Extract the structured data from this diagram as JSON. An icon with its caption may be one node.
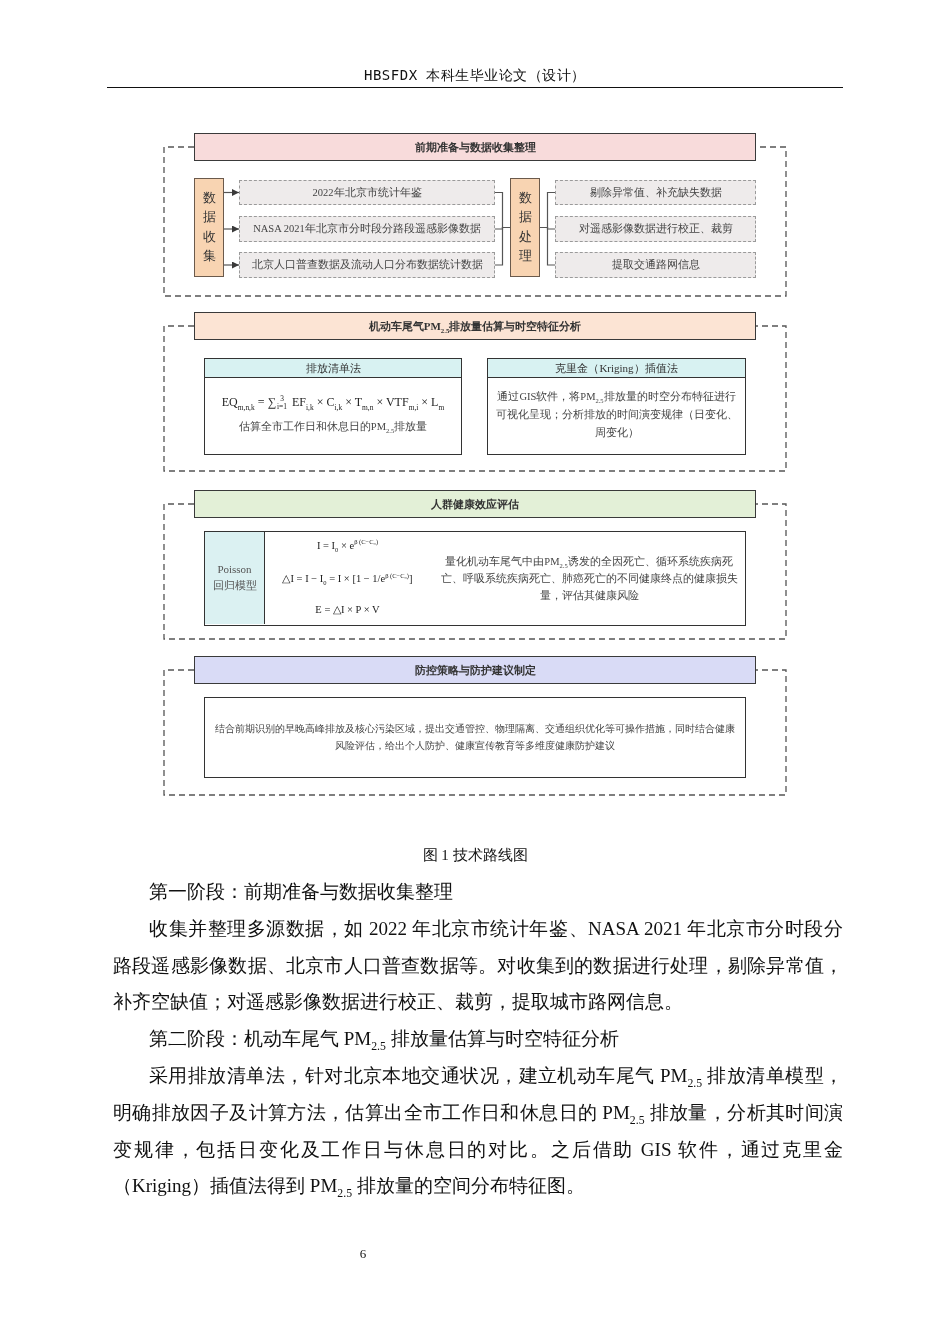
{
  "diagram": {
    "caption": "图 1 技术路线图",
    "nodes": [
      {
        "text": [
          "前期准备与数据收集整理"
        ]
      },
      {
        "text": [
          "数据收集"
        ],
        "in": 0
      },
      {
        "text": [
          "2022年北京市统计年鉴"
        ],
        "in": 0
      },
      {
        "text": [
          "NASA 2021年北京市分时段分路段遥感影像数据"
        ],
        "in": 0
      },
      {
        "text": [
          "北京人口普查数据及流动人口分布数据统计数据"
        ],
        "in": 0
      },
      {
        "text": [
          "数据处理"
        ],
        "in": 0
      },
      {
        "text": [
          "剔除异常值、补充缺失数据"
        ],
        "in": 0
      },
      {
        "text": [
          "对遥感影像数据进行校正、裁剪"
        ],
        "in": 0
      },
      {
        "text": [
          "提取交通路网信息"
        ],
        "in": 0
      },
      {
        "text": [
          "机动车尾气PM$_{2.5}$排放量估算与时空特征分析"
        ]
      },
      {
        "text": [
          "排放清单法",
          "EQ$_{m,n,k}$ = ∑$_{i=1}$$^{3}$ EF$_{i,k}$ × C$_{i,k}$ × T$_{m,n}$ × VTF$_{m,i}$ × L$_{m}$",
          "估算全市工作日和休息日的PM$_{2.5}$排放量"
        ],
        "in": 9
      },
      {
        "text": [
          "克里金（Kriging）插值法",
          "通过GIS软件，将PM$_{2.5}$排放量的时空分布特征进行可视化呈现；分析排放的时间演变规律（日变化、周变化）"
        ],
        "in": 9
      },
      {
        "text": [
          "人群健康效应评估"
        ]
      },
      {
        "text": [
          "I = I$_{0}$ × e$^{β (C−C₀)}$",
          "△I = I − I$_{0}$ = I × [1 − 1/e$^{β (C−C₀)}$]",
          "E = △I × P × V",
          "量化机动车尾气中由PM$_{2.5}$诱发的全因死亡、循环系统疾病死亡、呼吸系统疾病死亡、肺癌死亡的不同健康终点的健康损失量，评估其健康风险"
        ],
        "in": 12
      },
      {
        "text": [
          "Poisson 回归模型"
        ],
        "in": 13
      },
      {
        "text": [
          "防控策略与防护建议制定"
        ]
      },
      {
        "text": [
          "结合前期识别的早晚高峰排放及核心污染区域，提出交通管控、物理隔离、交通组织优化等可操作措施，同时结合健康风险评估，给出个人防护、健康宣传教育等多维度健康防护建议"
        ],
        "in": 15
      }
    ],
    "edges": [
      {
        "from": 1,
        "to": 2,
        "arrow": "to"
      },
      {
        "from": 1,
        "to": 3,
        "arrow": "to"
      },
      {
        "from": 1,
        "to": 4,
        "arrow": "to"
      },
      {
        "from": 2,
        "to": 5,
        "arrow": "none"
      },
      {
        "from": 3,
        "to": 5,
        "arrow": "none"
      },
      {
        "from": 4,
        "to": 5,
        "arrow": "none"
      },
      {
        "from": 5,
        "to": 6,
        "arrow": "none"
      },
      {
        "from": 5,
        "to": 7,
        "arrow": "none"
      },
      {
        "from": 5,
        "to": 8,
        "arrow": "none"
      }
    ],
    "labels": [
      "HBSFDX 本科生毕业论文（设计）",
      "第一阶段：前期准备与数据收集整理",
      "收集并整理多源数据，如 2022 年北京市统计年鉴、NASA 2021 年北京市分时段分路段遥感影像数据、北京市人口普查数据等。对收集到的数据进行处理，剔除异常值，补齐空缺值；对遥感影像数据进行校正、裁剪，提取城市路网信息。",
      "第二阶段：机动车尾气 PM$_{2.5}$ 排放量估算与时空特征分析",
      "采用排放清单法，针对北京本地交通状况，建立机动车尾气 PM$_{2.5}$ 排放清单模型，明确排放因子及计算方法，估算出全市工作日和休息日的 PM$_{2.5}$ 排放量，分析其时间演变规律，包括日变化及工作日与休息日的对比。之后借助 GIS 软件，通过克里金（Kriging）插值法得到 PM$_{2.5}$ 排放量的空间分布特征图。",
      "6"
    ]
  }
}
